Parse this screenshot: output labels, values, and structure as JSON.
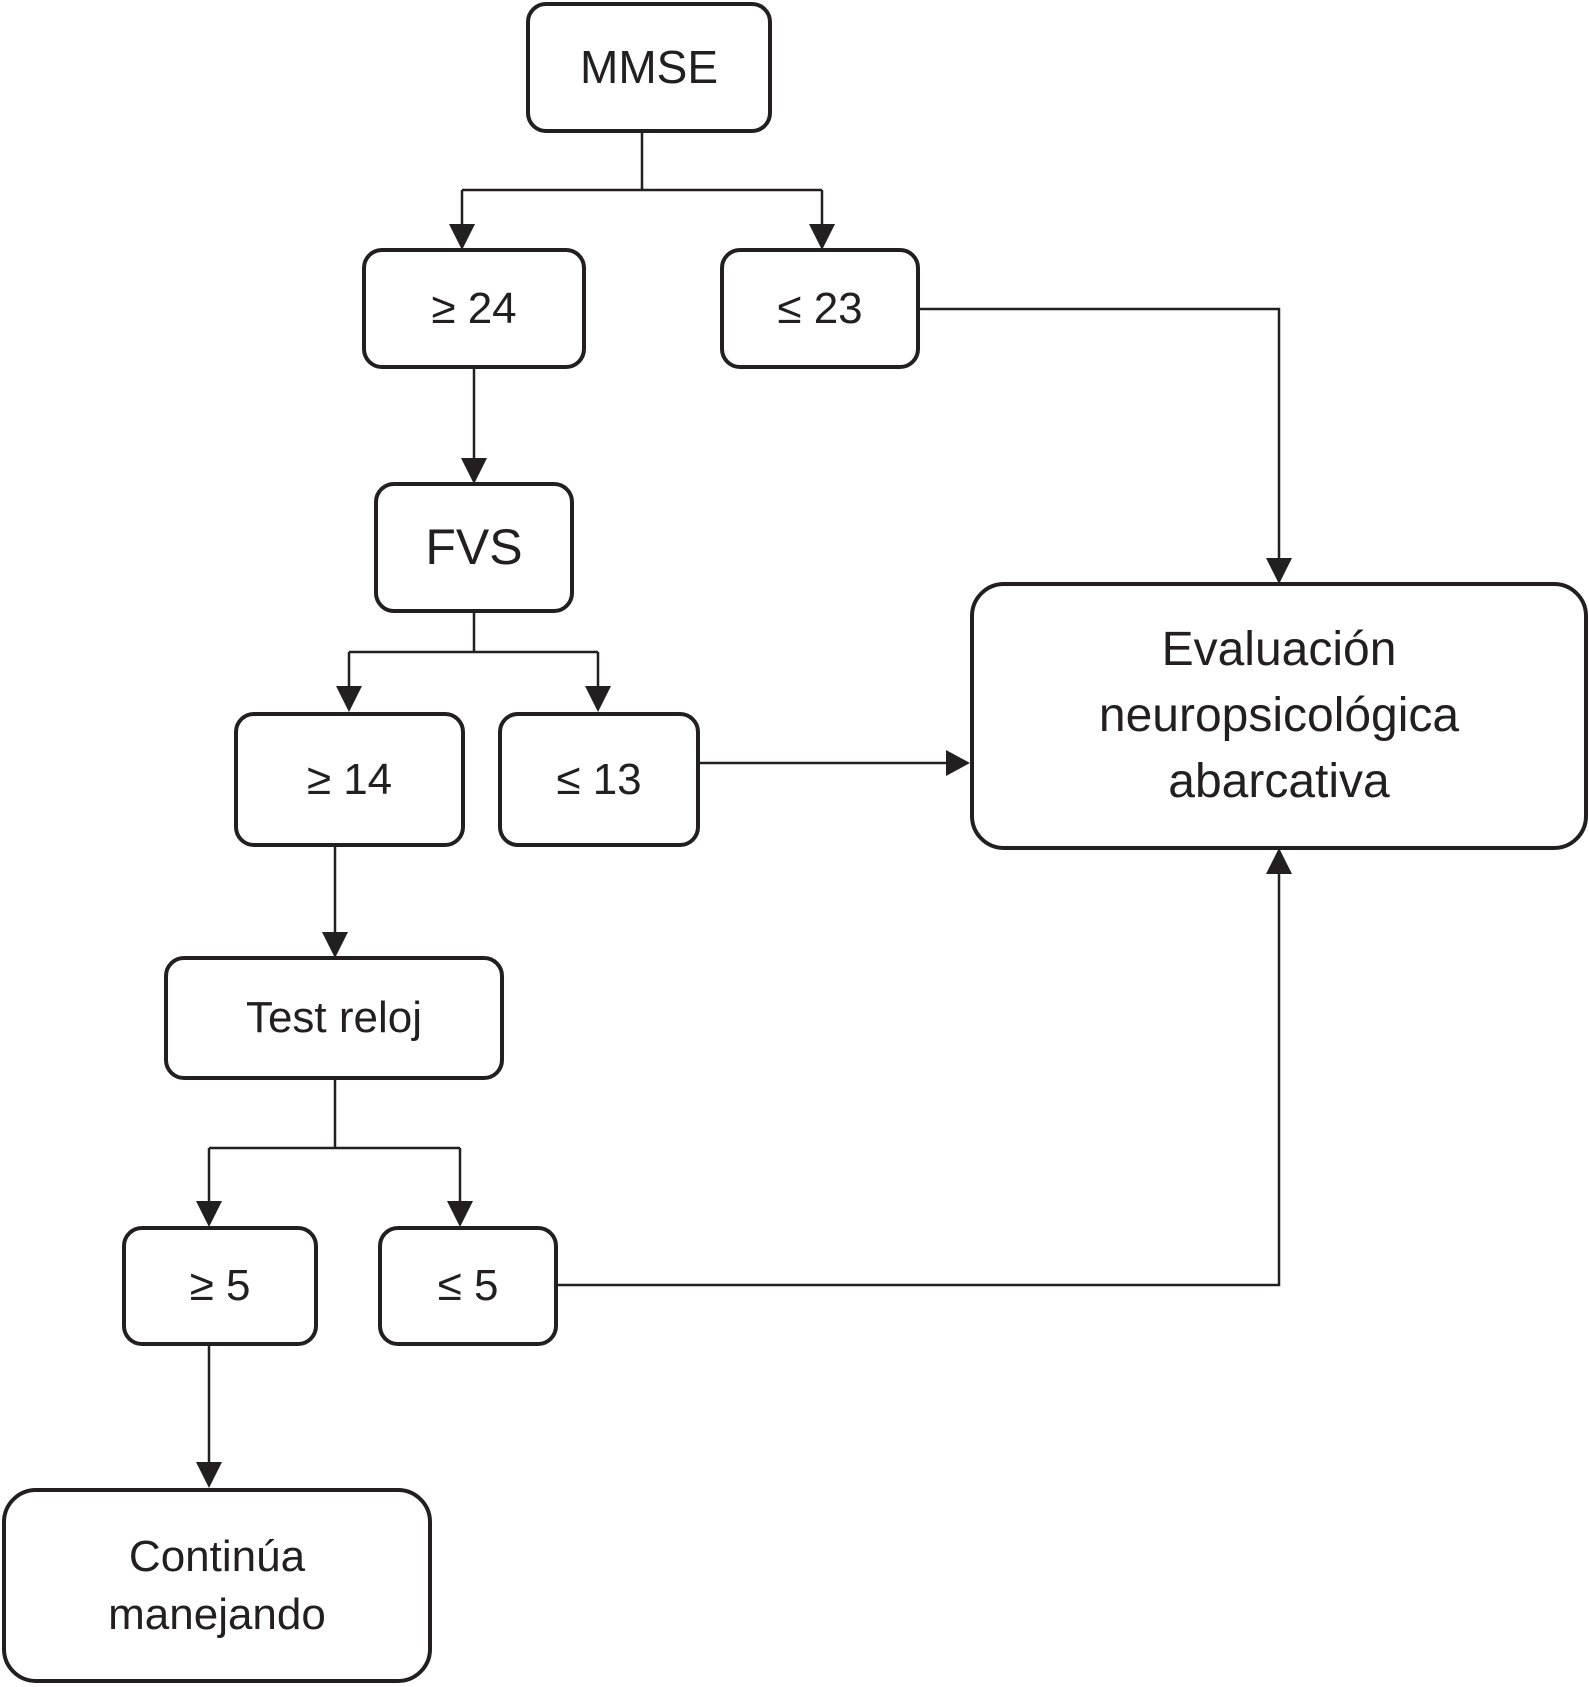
{
  "nodes": {
    "mmse": {
      "label": "MMSE"
    },
    "mmse_high": {
      "label": "≥ 24"
    },
    "mmse_low": {
      "label": "≤ 23"
    },
    "fvs": {
      "label": "FVS"
    },
    "fvs_high": {
      "label": "≥ 14"
    },
    "fvs_low": {
      "label": "≤ 13"
    },
    "clock": {
      "label": "Test reloj"
    },
    "clock_high": {
      "label": "≥ 5"
    },
    "clock_low": {
      "label": "≤ 5"
    },
    "continue": {
      "lines": [
        "Continúa",
        "manejando"
      ]
    },
    "evaluation": {
      "lines": [
        "Evaluación",
        "neuropsicológica",
        "abarcativa"
      ]
    }
  },
  "colors": {
    "stroke": "#231f20",
    "background": "#ffffff"
  }
}
